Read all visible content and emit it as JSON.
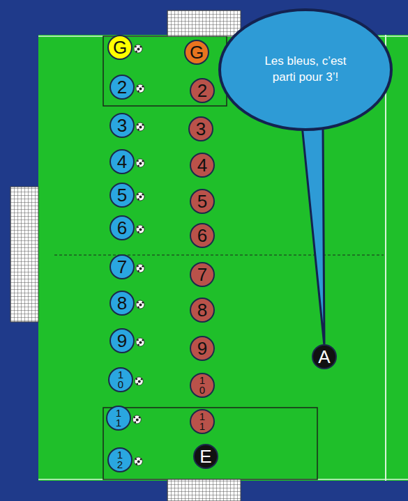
{
  "diagram": {
    "nodes": [
      {
        "text": [
          "G"
        ]
      },
      {
        "text": [
          "G"
        ]
      },
      {
        "text": [
          "Les bleus, c’est parti pour 3’!"
        ]
      },
      {
        "text": [
          "2"
        ]
      },
      {
        "text": [
          "2"
        ]
      },
      {
        "text": [
          "3"
        ]
      },
      {
        "text": [
          "3"
        ]
      },
      {
        "text": [
          "4"
        ]
      },
      {
        "text": [
          "4"
        ]
      },
      {
        "text": [
          "5"
        ]
      },
      {
        "text": [
          "5"
        ]
      },
      {
        "text": [
          "6"
        ]
      },
      {
        "text": [
          "6"
        ]
      },
      {
        "text": [
          "7"
        ]
      },
      {
        "text": [
          "7"
        ]
      },
      {
        "text": [
          "8"
        ]
      },
      {
        "text": [
          "8"
        ]
      },
      {
        "text": [
          "9"
        ]
      },
      {
        "text": [
          "9"
        ]
      },
      {
        "text": [
          "A"
        ]
      },
      {
        "text": [
          "10"
        ]
      },
      {
        "text": [
          "10"
        ]
      },
      {
        "text": [
          "11"
        ]
      },
      {
        "text": [
          "11"
        ]
      },
      {
        "text": [
          "12"
        ]
      },
      {
        "text": [
          "E"
        ]
      }
    ],
    "edges": [
      {
        "from": 2,
        "to": 19,
        "arrow": "none"
      }
    ]
  }
}
